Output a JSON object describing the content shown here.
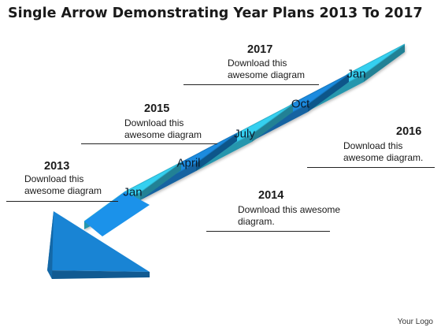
{
  "title": "Single Arrow Demonstrating Year Plans 2013 To 2017",
  "arrow_steps": [
    {
      "label": "Jan",
      "color": "#35d0f0"
    },
    {
      "label": "April",
      "color": "#1a8bdf"
    },
    {
      "label": "July",
      "color": "#35d0f0"
    },
    {
      "label": "Oct",
      "color": "#1a8bdf"
    },
    {
      "label": "Jan",
      "color": "#35d0f0"
    }
  ],
  "arrow_head_color": "#1a8bdf",
  "milestones": [
    {
      "year": "2013",
      "lines": [
        "Download this",
        "awesome diagram"
      ]
    },
    {
      "year": "2014",
      "lines": [
        "Download this awesome",
        "diagram."
      ]
    },
    {
      "year": "2015",
      "lines": [
        "Download this",
        "awesome diagram"
      ]
    },
    {
      "year": "2016",
      "lines": [
        "Download this",
        "awesome diagram."
      ]
    },
    {
      "year": "2017",
      "lines": [
        "Download this",
        "awesome diagram"
      ]
    }
  ],
  "logo_text": "Your Logo"
}
